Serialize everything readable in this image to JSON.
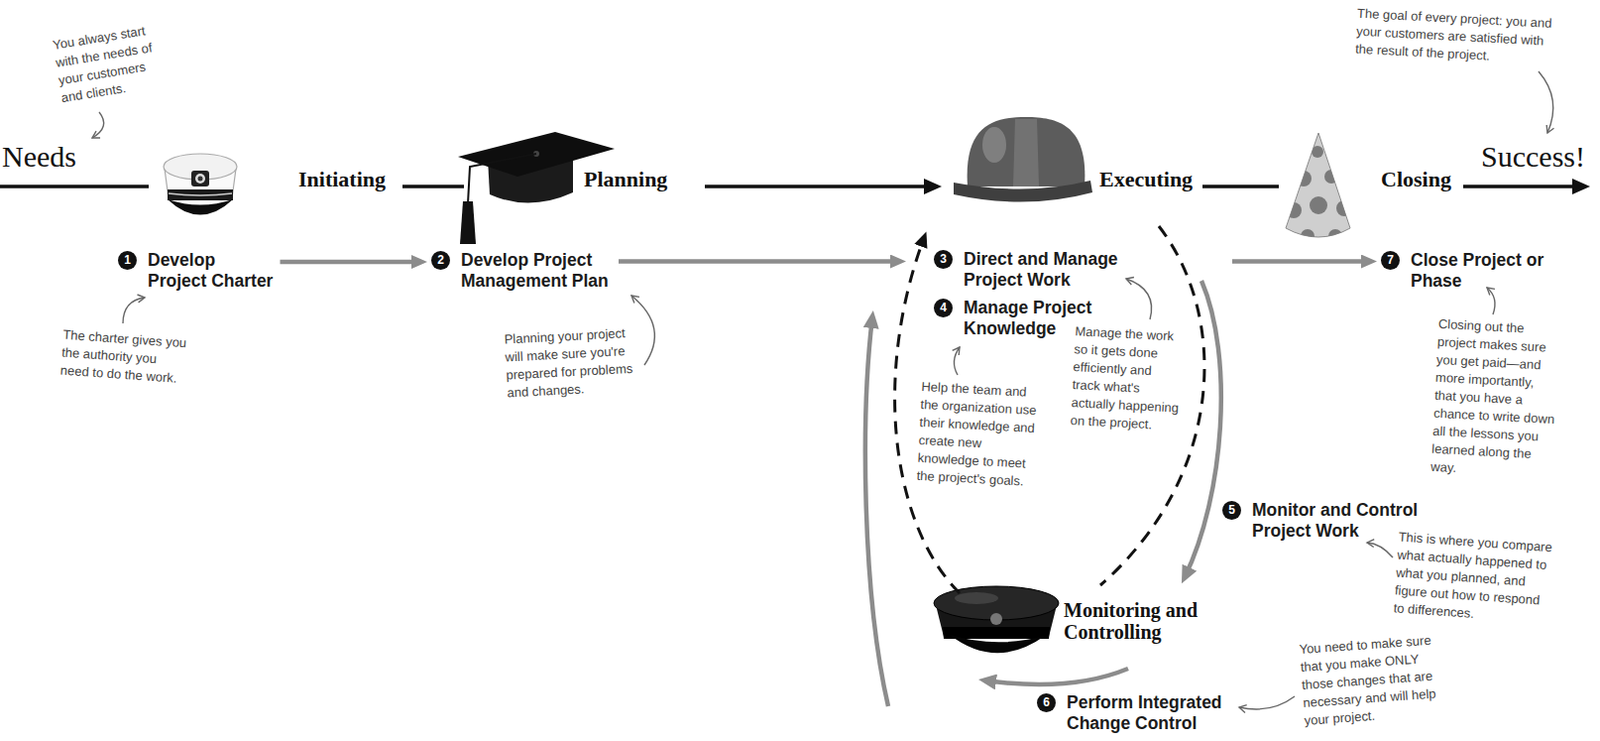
{
  "diagram": {
    "nodes": [
      {
        "text": [
          "1",
          "Develop Project Charter"
        ]
      },
      {
        "text": [
          "2",
          "Develop Project Management Plan"
        ]
      },
      {
        "text": [
          "3",
          "Direct and Manage Project Work"
        ]
      },
      {
        "text": [
          "4",
          "Manage Project Knowledge"
        ]
      },
      {
        "text": [
          "5",
          "Monitor and Control Project Work"
        ]
      },
      {
        "text": [
          "6",
          "Perform Integrated Change Control"
        ]
      },
      {
        "text": [
          "7",
          "Close Project or Phase"
        ]
      }
    ],
    "edges": [
      {
        "from": 0,
        "to": 1,
        "arrow": "to"
      },
      {
        "from": 1,
        "to": 2,
        "arrow": "to"
      },
      {
        "from": 2,
        "to": 6,
        "arrow": "to"
      }
    ],
    "labels": [
      "Needs",
      "Initiating",
      "Planning",
      "Executing",
      "Closing",
      "Success!",
      "Monitoring and Controlling",
      "You always start with the needs of your customers and clients.",
      "The charter gives you the authority you need to do the work.",
      "Planning your project will make sure you're prepared for problems and changes.",
      "Help the team and the organization use their knowledge and create new knowledge to meet the project's goals.",
      "Manage the work so it gets done efficiently and track what's actually happening on the project.",
      "This is where you compare what actually happened to what you planned, and figure out how to respond to differences.",
      "You need to make sure that you make ONLY those changes that are necessary and will help your project.",
      "Closing out the project makes sure you get paid—and more importantly, that you have a chance to write down all the lessons you learned along the way.",
      "The goal of every project: you and your customers are satisfied with the result of the project."
    ]
  }
}
